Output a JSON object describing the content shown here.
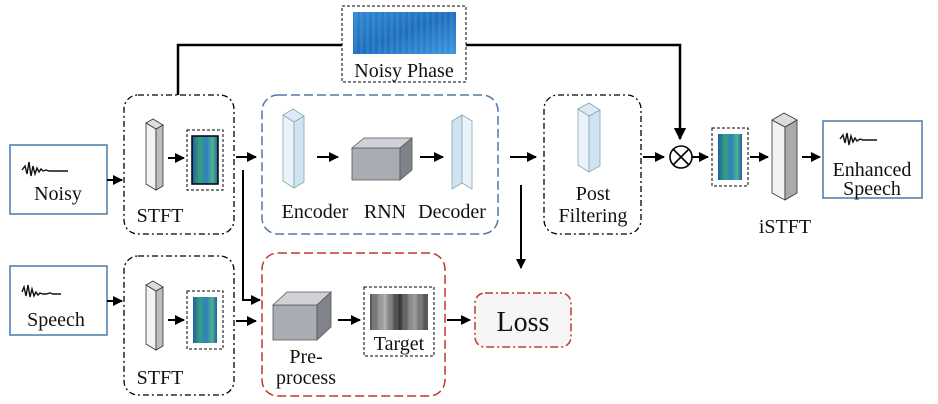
{
  "labels": {
    "noisy_phase": "Noisy Phase",
    "noisy": "Noisy",
    "speech": "Speech",
    "stft_top": "STFT",
    "stft_bottom": "STFT",
    "encoder": "Encoder",
    "rnn": "RNN",
    "decoder": "Decoder",
    "post_line1": "Post",
    "post_line2": "Filtering",
    "istft": "iSTFT",
    "enhanced_line1": "Enhanced",
    "enhanced_line2": "Speech",
    "preprocess_line1": "Pre-",
    "preprocess_line2": "process",
    "target": "Target",
    "loss": "Loss"
  },
  "colors": {
    "encoder_group_border": "#5577aa",
    "preprocess_group_border": "#c0392b",
    "loss_border": "#c0392b",
    "input_box_border": "#4a7aa8",
    "spectrogram_blue": "#2a7fc0",
    "spectrogram_green": "#3aa07a"
  },
  "symbols": {
    "multiply": "⊗"
  }
}
